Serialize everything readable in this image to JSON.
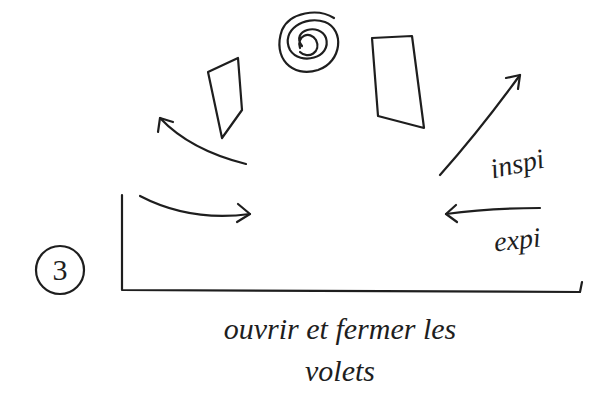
{
  "diagram": {
    "caption": "ouvrir et fermer les volets",
    "nodes": [
      {
        "text": [
          "3"
        ]
      }
    ],
    "labels": [
      "inspi",
      "expi"
    ]
  }
}
